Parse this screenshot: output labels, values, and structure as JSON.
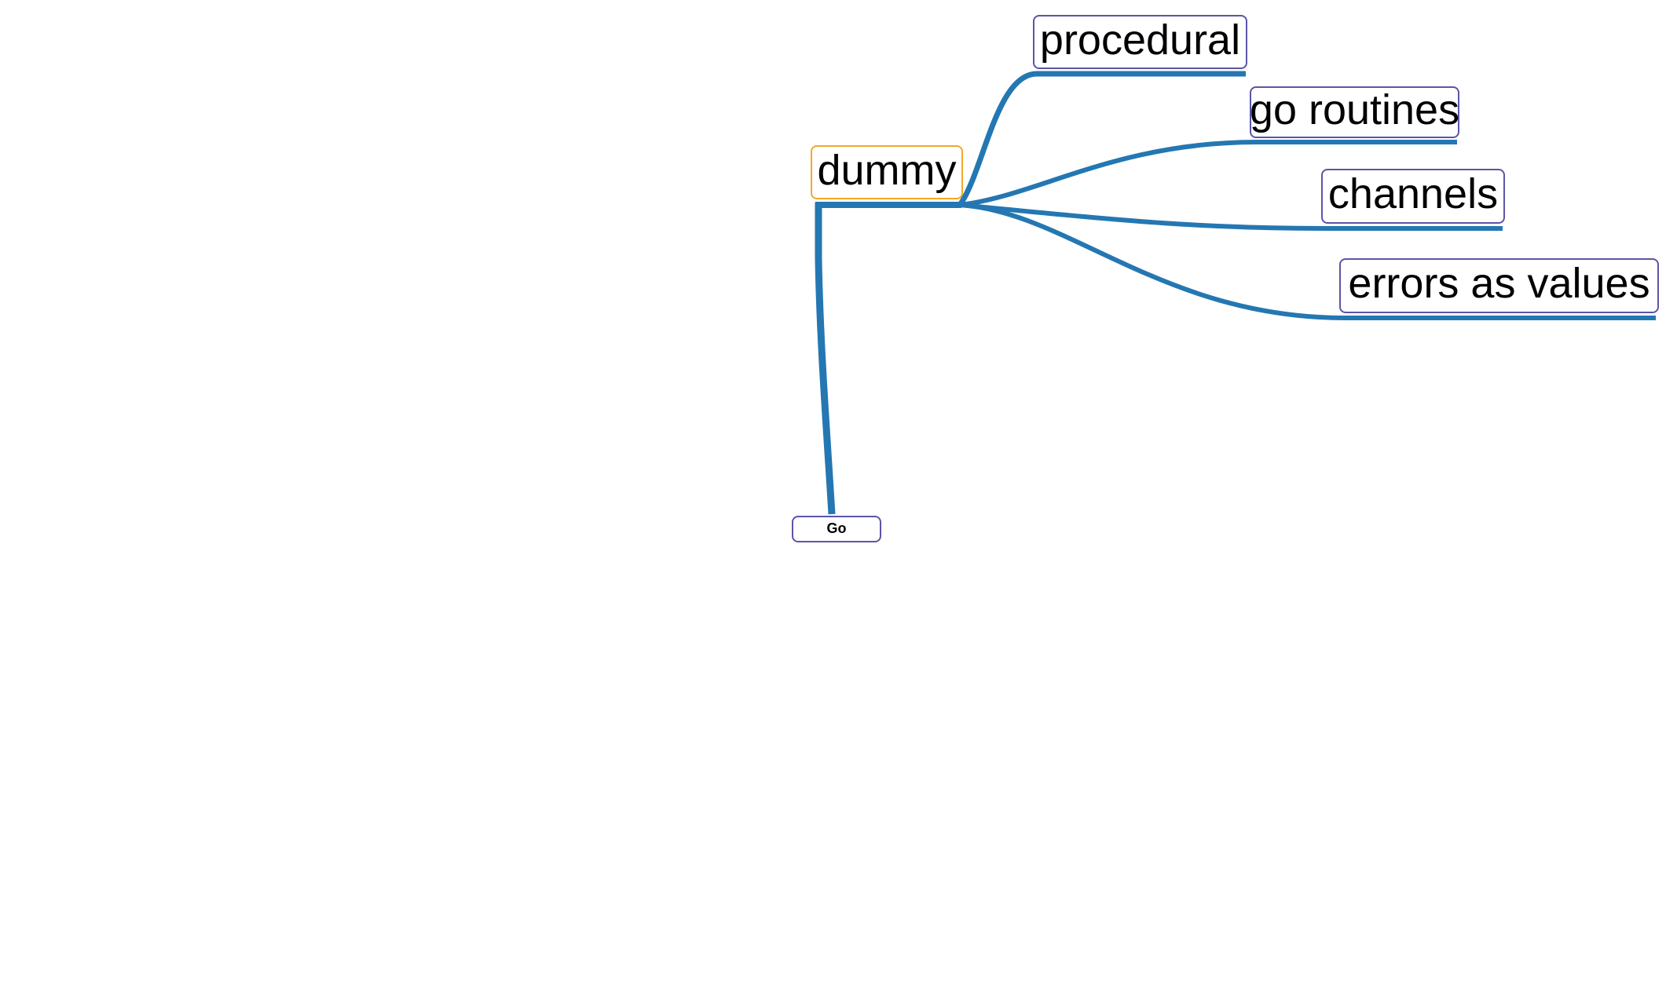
{
  "mindmap": {
    "edge_color": "#2477b2",
    "center_node": {
      "label": "dummy",
      "border_color": "#f3a829"
    },
    "node_border_color": "#5b55a6",
    "branches": [
      {
        "label": "procedural"
      },
      {
        "label": "go routines"
      },
      {
        "label": "channels"
      },
      {
        "label": "errors as values"
      }
    ],
    "parent_node": {
      "label": "Go"
    }
  }
}
